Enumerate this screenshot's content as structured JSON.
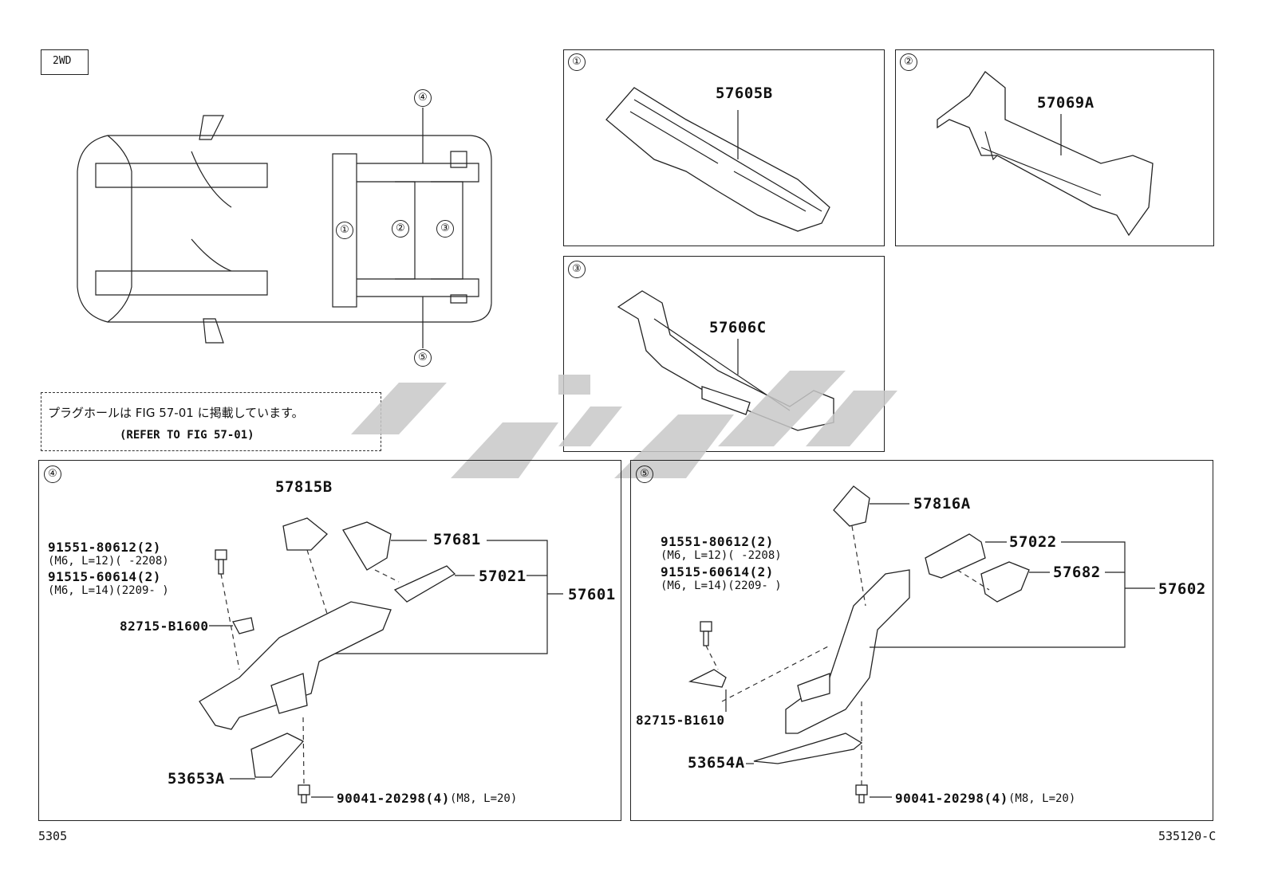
{
  "drive_badge": "2WD",
  "overview": {
    "callouts": [
      "①",
      "②",
      "③",
      "④",
      "⑤"
    ]
  },
  "notice": {
    "line1": "プラグホールは FIG 57-01 に掲載しています。",
    "line2": "(REFER TO FIG 57-01)"
  },
  "panel1": {
    "marker": "①",
    "part": "57605B"
  },
  "panel2": {
    "marker": "②",
    "part": "57069A"
  },
  "panel3": {
    "marker": "③",
    "part": "57606C"
  },
  "panel4": {
    "marker": "④",
    "parts": {
      "p57815B": "57815B",
      "p57681": "57681",
      "p57021": "57021",
      "p57601": "57601",
      "p82715": "82715-B1600",
      "p53653A": "53653A",
      "bolt_a": "91551-80612(2)",
      "bolt_a_spec": "(M6, L=12)(      -2208)",
      "bolt_b": "91515-60614(2)",
      "bolt_b_spec": "(M6, L=14)(2209-      )",
      "bolt_c": "90041-20298(4)",
      "bolt_c_spec": "(M8, L=20)"
    }
  },
  "panel5": {
    "marker": "⑤",
    "parts": {
      "p57816A": "57816A",
      "p57022": "57022",
      "p57682": "57682",
      "p57602": "57602",
      "p82715": "82715-B1610",
      "p53654A": "53654A",
      "bolt_a": "91551-80612(2)",
      "bolt_a_spec": "(M6, L=12)(      -2208)",
      "bolt_b": "91515-60614(2)",
      "bolt_b_spec": "(M6, L=14)(2209-      )",
      "bolt_c": "90041-20298(4)",
      "bolt_c_spec": "(M8, L=20)"
    }
  },
  "footer": {
    "left": "5305",
    "right": "535120-C"
  },
  "colors": {
    "watermark": "#c8c8c8",
    "line": "#222222"
  }
}
